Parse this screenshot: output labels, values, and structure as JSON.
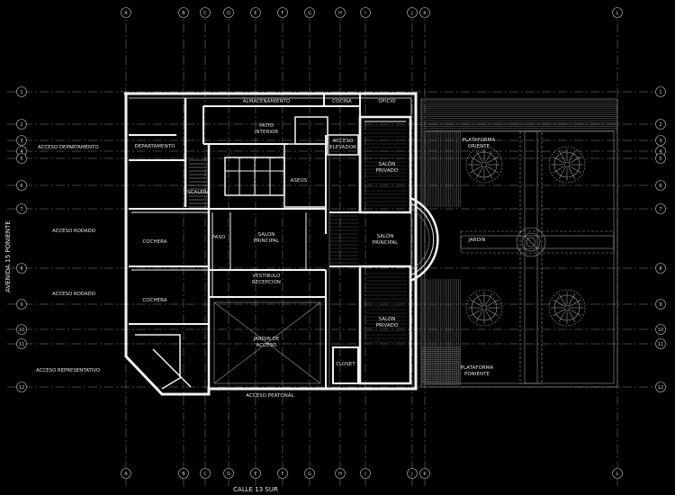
{
  "plan": {
    "grid_columns": [
      "A",
      "B",
      "C",
      "D",
      "E",
      "F",
      "G",
      "H",
      "I",
      "J",
      "K",
      "L"
    ],
    "grid_rows": [
      "1",
      "2",
      "3",
      "4",
      "5",
      "6",
      "7",
      "8",
      "9",
      "10",
      "11",
      "12"
    ],
    "rooms": {
      "almacenamiento": "ALMACENAMIENTO",
      "cocina": "COCINA",
      "oficio": "OFICIO",
      "patio": [
        "PATIO",
        "INTERIOR"
      ],
      "departamento": "DEPARTAMENTO",
      "acceso_elevador": [
        "ACCESO",
        "ELEVADOR"
      ],
      "salon_privado_top": [
        "SALÓN",
        "PRIVADO"
      ],
      "aseos": "ASEOS",
      "escalera": "ESCALERA",
      "paso": "PASO",
      "salon_principal_left": [
        "SALON",
        "PRINCIPAL"
      ],
      "salon_principal_right": [
        "SALÓN",
        "PRINCIPAL"
      ],
      "cochera_top": "COCHERA",
      "cochera_bottom": "COCHERA",
      "vestibulo": [
        "VESTIBULO",
        "RECEPCION"
      ],
      "salon_privado_bottom": [
        "SALÓN",
        "PRIVADO"
      ],
      "jardin_acceso": [
        "JARDIN DE",
        "ACCESO"
      ],
      "closet": "CLOSET",
      "acceso_peatonal": "ACCESO PEATONAL",
      "plataforma_oriente": [
        "PLATAFORMA",
        "ORIENTE"
      ],
      "jardin": "JARDIN",
      "plataforma_poniente": [
        "PLATAFORMA",
        "PONIENTE"
      ]
    },
    "access_labels": {
      "departamento": "ACCESO DEPARTAMENTO",
      "rodado_1": "ACCESO RODADO",
      "rodado_2": "ACCESO RODADO",
      "representativo": "ACCESO REPRESENTATIVO"
    },
    "streets": {
      "west": "AVENIDA 15 PONIENTE",
      "south": "CALLE 13 SUR"
    }
  },
  "colors": {
    "background": "#000000",
    "walls": "#f2f2f2",
    "gridlines": "#8a8a8a"
  }
}
